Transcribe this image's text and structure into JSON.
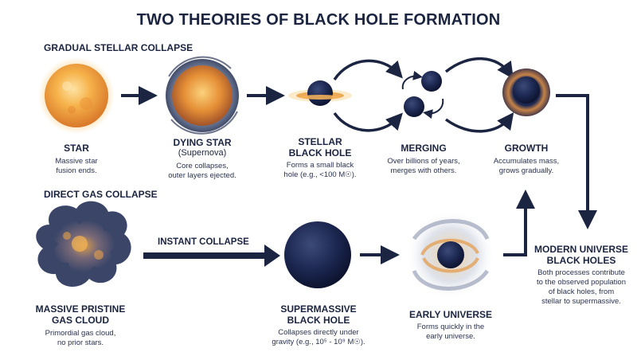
{
  "title": "TWO THEORIES OF BLACK HOLE FORMATION",
  "sections": {
    "gradual": "GRADUAL STELLAR COLLAPSE",
    "direct": "DIRECT GAS COLLAPSE"
  },
  "stages": {
    "star": {
      "title": "STAR",
      "desc1": "Massive star",
      "desc2": "fusion ends."
    },
    "dying": {
      "title": "DYING STAR",
      "sub": "(Supernova)",
      "desc1": "Core collapses,",
      "desc2": "outer layers ejected."
    },
    "stellar_bh": {
      "title1": "STELLAR",
      "title2": "BLACK HOLE",
      "desc1": "Forms a small black",
      "desc2": "hole (e.g., <100 M☉)."
    },
    "merging": {
      "title": "MERGING",
      "desc1": "Over billions of years,",
      "desc2": "merges with others."
    },
    "growth": {
      "title": "GROWTH",
      "desc1": "Accumulates mass,",
      "desc2": "grows gradually."
    },
    "modern": {
      "title1": "MODERN UNIVERSE",
      "title2": "BLACK HOLES",
      "desc1": "Both processes contribute",
      "desc2": "to the observed population",
      "desc3": "of black holes, from",
      "desc4": "stellar to supermassive."
    },
    "gas_cloud": {
      "title1": "MASSIVE PRISTINE",
      "title2": "GAS CLOUD",
      "desc1": "Primordial gas cloud,",
      "desc2": "no prior stars."
    },
    "smbh": {
      "title1": "SUPERMASSIVE",
      "title2": "BLACK HOLE",
      "desc1": "Collapses directly under",
      "desc2": "gravity (e.g., 10⁵ - 10⁹ M☉)."
    },
    "early": {
      "title": "EARLY UNIVERSE",
      "desc1": "Forms quickly in the",
      "desc2": "early universe."
    }
  },
  "arrow_label": "INSTANT COLLAPSE",
  "colors": {
    "navy": "#1b2440",
    "star_orange": "#f2a33a",
    "glow": "#f6c56a"
  }
}
